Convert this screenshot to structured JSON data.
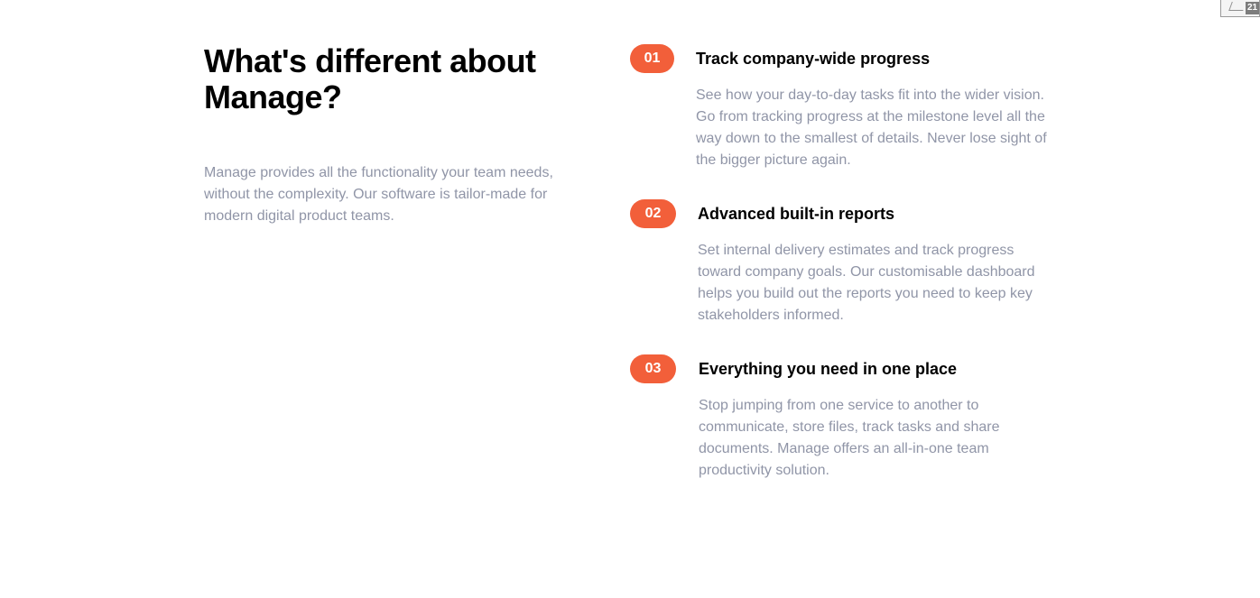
{
  "section": {
    "heading": "What's different about Manage?",
    "intro": "Manage provides all the functionality your team needs, without the complexity. Our software is tailor-made for modern digital product teams."
  },
  "features": [
    {
      "number": "01",
      "title": "Track company-wide progress",
      "text": "See how your day-to-day tasks fit into the wider vision. Go from tracking progress at the milestone level all the way down to the smallest of details. Never lose sight of the bigger picture again."
    },
    {
      "number": "02",
      "title": "Advanced built-in reports",
      "text": "Set internal delivery estimates and track progress toward company goals. Our customisable dashboard helps you build out the reports you need to keep key stakeholders informed."
    },
    {
      "number": "03",
      "title": "Everything you need in one place",
      "text": "Stop jumping from one service to another to communicate, store files, track tasks and share documents. Manage offers an all-in-one team productivity solution."
    }
  ],
  "corner_widget": {
    "count": "21",
    "icon": "pen-icon"
  },
  "colors": {
    "accent": "#f25f3a",
    "heading": "#000000",
    "body_text": "#9095a7",
    "background": "#ffffff"
  }
}
